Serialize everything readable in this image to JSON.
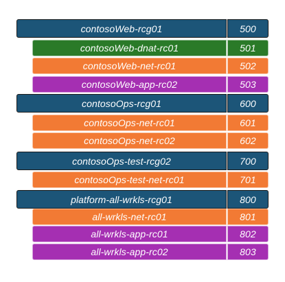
{
  "colors": {
    "rcg": "#1c5578",
    "dnat": "#2a7a28",
    "net": "#f27a34",
    "app": "#a52fb2"
  },
  "rows": [
    {
      "name": "contosoWeb-rcg01",
      "priority": "500",
      "kind": "rcg",
      "level": 0
    },
    {
      "name": "contosoWeb-dnat-rc01",
      "priority": "501",
      "kind": "dnat",
      "level": 1
    },
    {
      "name": "contosoWeb-net-rc01",
      "priority": "502",
      "kind": "net",
      "level": 1
    },
    {
      "name": "contosoWeb-app-rc02",
      "priority": "503",
      "kind": "app",
      "level": 1
    },
    {
      "name": "contosoOps-rcg01",
      "priority": "600",
      "kind": "rcg",
      "level": 0
    },
    {
      "name": "contosoOps-net-rc01",
      "priority": "601",
      "kind": "net",
      "level": 1
    },
    {
      "name": "contosoOps-net-rc02",
      "priority": "602",
      "kind": "net",
      "level": 1
    },
    {
      "name": "contosoOps-test-rcg02",
      "priority": "700",
      "kind": "rcg",
      "level": 0
    },
    {
      "name": "contosoOps-test-net-rc01",
      "priority": "701",
      "kind": "net",
      "level": 1
    },
    {
      "name": "platform-all-wrkls-rcg01",
      "priority": "800",
      "kind": "rcg",
      "level": 0
    },
    {
      "name": "all-wrkls-net-rc01",
      "priority": "801",
      "kind": "net",
      "level": 1
    },
    {
      "name": "all-wrkls-app-rc01",
      "priority": "802",
      "kind": "app",
      "level": 1
    },
    {
      "name": "all-wrkls-app-rc02",
      "priority": "803",
      "kind": "app",
      "level": 1
    }
  ]
}
